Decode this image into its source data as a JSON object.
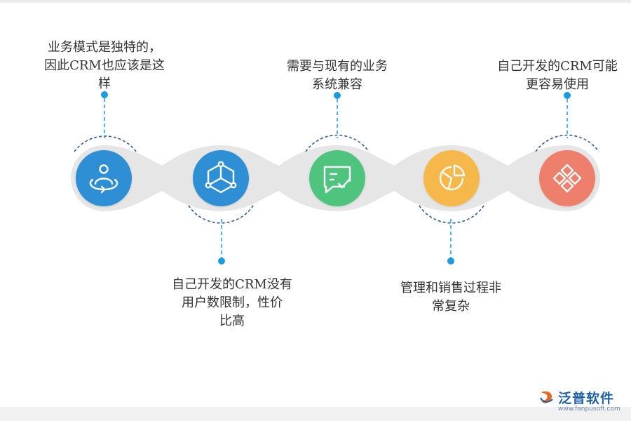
{
  "steps": [
    {
      "text": "业务模式是独特的，\n因此CRM也应该是这\n样",
      "color": "#2d8fd4",
      "icon": "person-orbit-icon"
    },
    {
      "text": "自己开发的CRM没有\n用户数限制，性价\n比高",
      "color": "#2d8fd4",
      "icon": "cube-network-icon"
    },
    {
      "text": "需要与现有的业务\n系统兼容",
      "color": "#4fc47f",
      "icon": "chat-check-icon"
    },
    {
      "text": "管理和销售过程非\n常复杂",
      "color": "#f7b84b",
      "icon": "pie-chart-icon"
    },
    {
      "text": "自己开发的CRM可能\n更容易使用",
      "color": "#ef7f6d",
      "icon": "diamond-grid-icon"
    }
  ],
  "colors": {
    "track": "#e6e6e6",
    "connector": "#1d9be0",
    "dash": "#2f5f95"
  },
  "logo": {
    "name": "泛普软件",
    "url": "www.fanpusoft.com"
  }
}
